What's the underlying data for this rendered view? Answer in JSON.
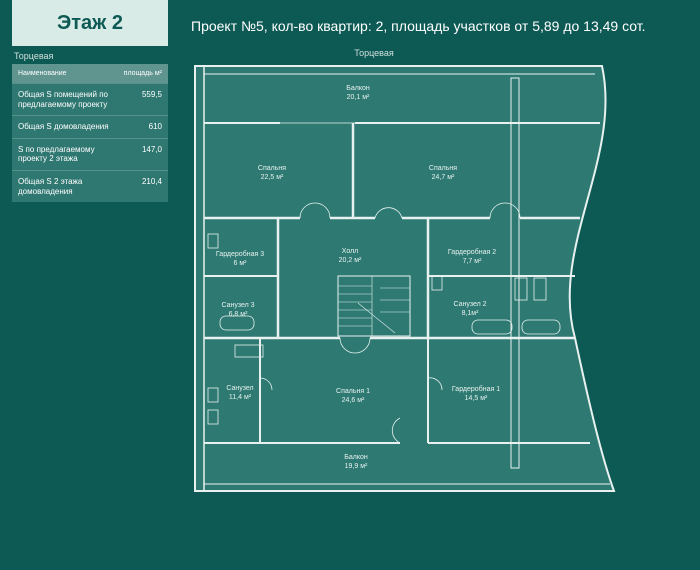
{
  "floor_title": "Этаж 2",
  "project_title": "Проект №5, кол-во квартир: 2, площадь участков от 5,89 до 13,49 сот.",
  "facade_label_left": "Торцевая",
  "facade_label_top": "Торцевая",
  "info_table": {
    "header": {
      "name": "Наименование",
      "area": "площадь м²"
    },
    "rows": [
      {
        "label": "Общая S помещений по предлагаемому проекту",
        "value": "559,5"
      },
      {
        "label": "Общая S домовладения",
        "value": "610"
      },
      {
        "label": "S по предлагаемому проекту 2 этажа",
        "value": "147,0"
      },
      {
        "label": "Общая S 2 этажа домовладения",
        "value": "210,4"
      }
    ]
  },
  "rooms": [
    {
      "name": "Балкон",
      "area": "20,1 м²"
    },
    {
      "name": "Спальня",
      "area": "22,5 м²"
    },
    {
      "name": "Спальня",
      "area": "24,7 м²"
    },
    {
      "name": "Холл",
      "area": "20,2 м²"
    },
    {
      "name": "Гардеробная 3",
      "area": "6 м²"
    },
    {
      "name": "Гардеробная 2",
      "area": "7,7 м²"
    },
    {
      "name": "Санузел 3",
      "area": "6,8 м²"
    },
    {
      "name": "Санузел 2",
      "area": "8,1м²"
    },
    {
      "name": "Санузел",
      "area": "11,4 м²"
    },
    {
      "name": "Спальня 1",
      "area": "24,6 м²"
    },
    {
      "name": "Гардеробная 1",
      "area": "14,5 м²"
    },
    {
      "name": "Балкон",
      "area": "19,9 м²"
    }
  ],
  "colors": {
    "background": "#0d5a55",
    "plan_fill": "#2e7a73",
    "wall": "#e8f1ef",
    "tab": "#d9ebe6"
  }
}
